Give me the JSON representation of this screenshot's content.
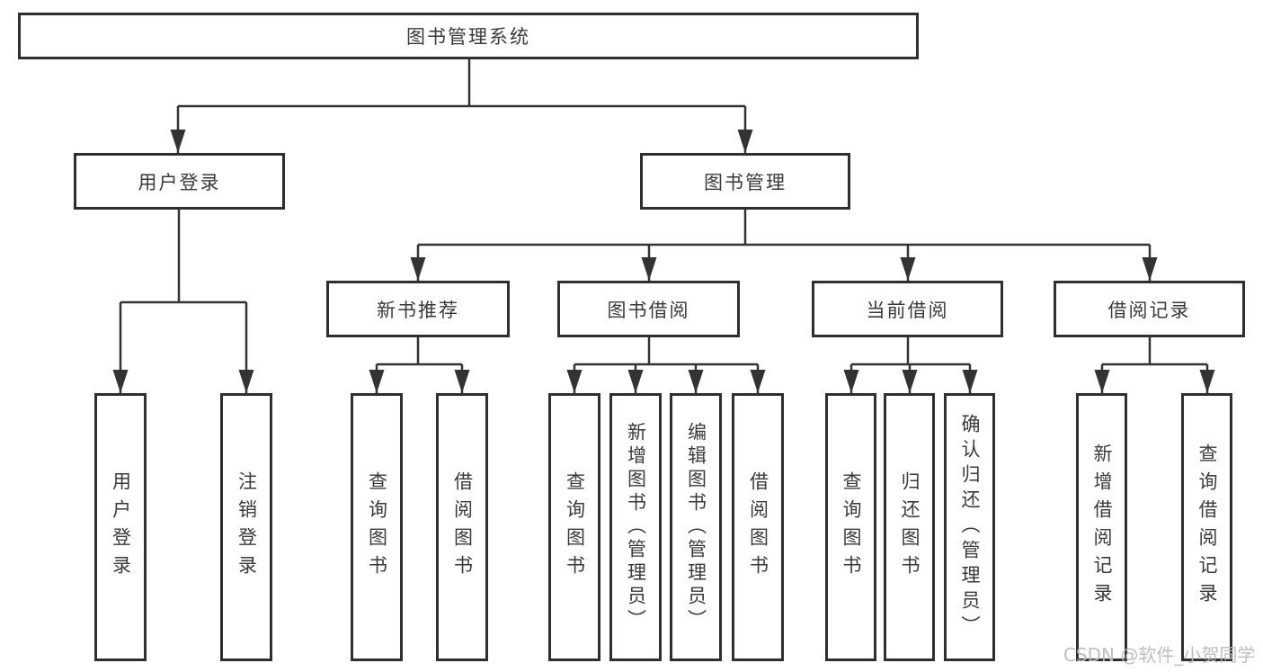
{
  "colors": {
    "line": "#333333",
    "box_border": "#2f2f2f",
    "text": "#3a3a3a",
    "background": "#ffffff",
    "watermark": "#bbbbbb"
  },
  "tree": {
    "root": "图书管理系统",
    "user_login": {
      "label": "用户登录",
      "children": [
        "用户登录",
        "注销登录"
      ]
    },
    "book_mgmt": {
      "label": "图书管理",
      "sections": [
        {
          "label": "新书推荐",
          "children": [
            "查询图书",
            "借阅图书"
          ]
        },
        {
          "label": "图书借阅",
          "children": [
            "查询图书",
            "新增图书（管理员）",
            "编辑图书（管理员）",
            "借阅图书"
          ]
        },
        {
          "label": "当前借阅",
          "children": [
            "查询图书",
            "归还图书",
            "确认归还（管理员）"
          ]
        },
        {
          "label": "借阅记录",
          "children": [
            "新增借阅记录",
            "查询借阅记录"
          ]
        }
      ]
    }
  },
  "watermark": "CSDN @软件_小贺同学"
}
